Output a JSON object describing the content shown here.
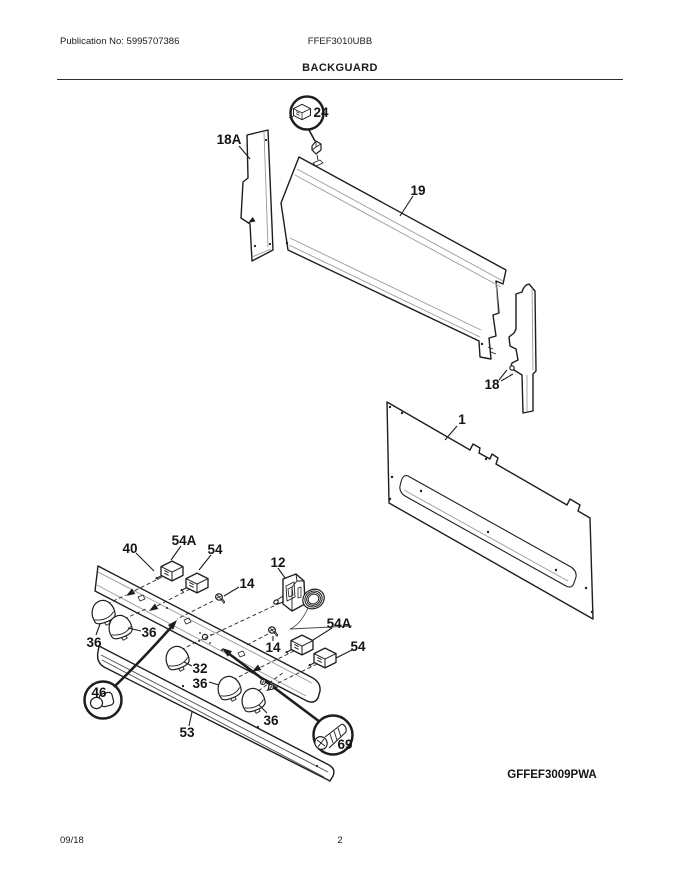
{
  "header": {
    "publication": "Publication No: 5995707386",
    "model": "FFEF3010UBB",
    "title": "BACKGUARD"
  },
  "footer": {
    "date": "09/18",
    "page": "2"
  },
  "diagram": {
    "code": "GFFEF3009PWA",
    "ink_color": "#1e1e1e",
    "labels": {
      "p24": "24",
      "p18A": "18A",
      "p19": "19",
      "p18": "18",
      "p1": "1",
      "p40": "40",
      "p54A_top": "54A",
      "p54_top": "54",
      "p14_top": "14",
      "p12": "12",
      "p54A_right": "54A",
      "p54_right": "54",
      "p14_mid": "14",
      "p36_a": "36",
      "p36_b": "36",
      "p32": "32",
      "p36_c": "36",
      "p36_d": "36",
      "p46": "46",
      "p53": "53",
      "p69": "69"
    }
  }
}
